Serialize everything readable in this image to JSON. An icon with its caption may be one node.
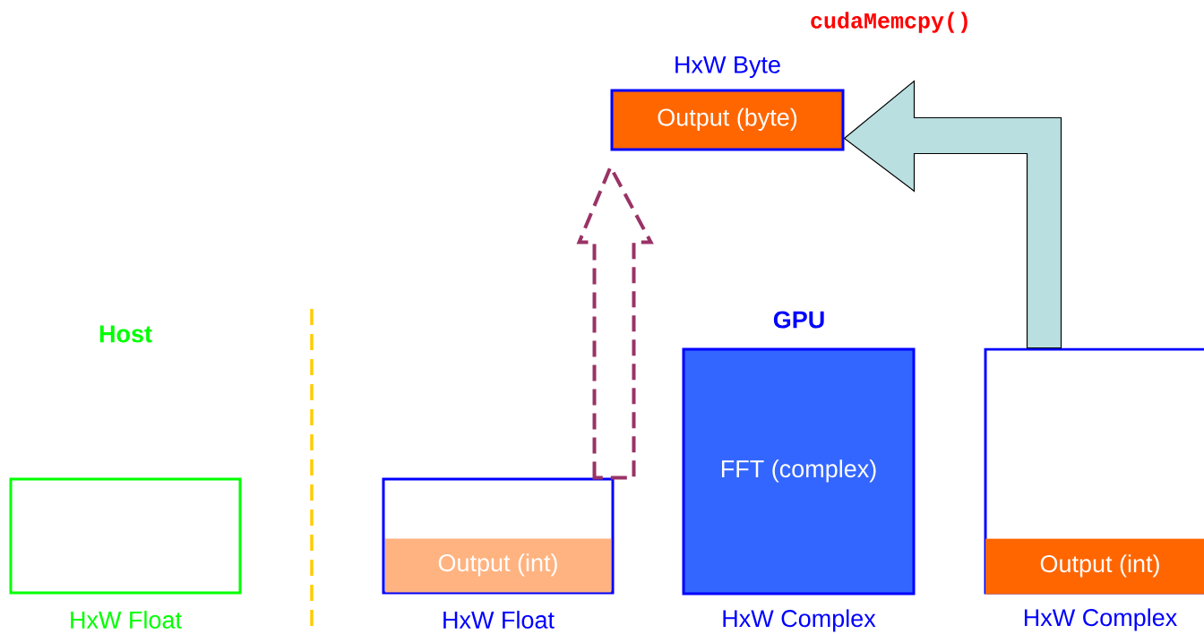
{
  "diagram": {
    "nodes": [
      {
        "text": [],
        "shape": "box",
        "beside": [
          "HxW Float"
        ]
      },
      {
        "text": [],
        "shape": "box",
        "beside": [
          "HxW Float"
        ]
      },
      {
        "text": [
          "Output (int)"
        ],
        "in": 1
      },
      {
        "text": [
          "FFT (complex)"
        ],
        "beside": [
          "HxW Complex"
        ]
      },
      {
        "text": [],
        "shape": "box",
        "beside": [
          "HxW Complex"
        ]
      },
      {
        "text": [
          "Output (int)"
        ],
        "in": 4
      },
      {
        "text": [
          "Output (byte)"
        ],
        "beside": [
          "HxW Byte"
        ]
      }
    ],
    "edges": [
      {
        "from": 1,
        "to": 6,
        "arrow": "to",
        "style": "dashed",
        "color": "#993366"
      },
      {
        "from": 4,
        "to": 6,
        "arrow": "to",
        "color": "#b9dfe0"
      }
    ],
    "labels": [
      "cudaMemcpy()",
      "Host",
      "GPU"
    ]
  }
}
